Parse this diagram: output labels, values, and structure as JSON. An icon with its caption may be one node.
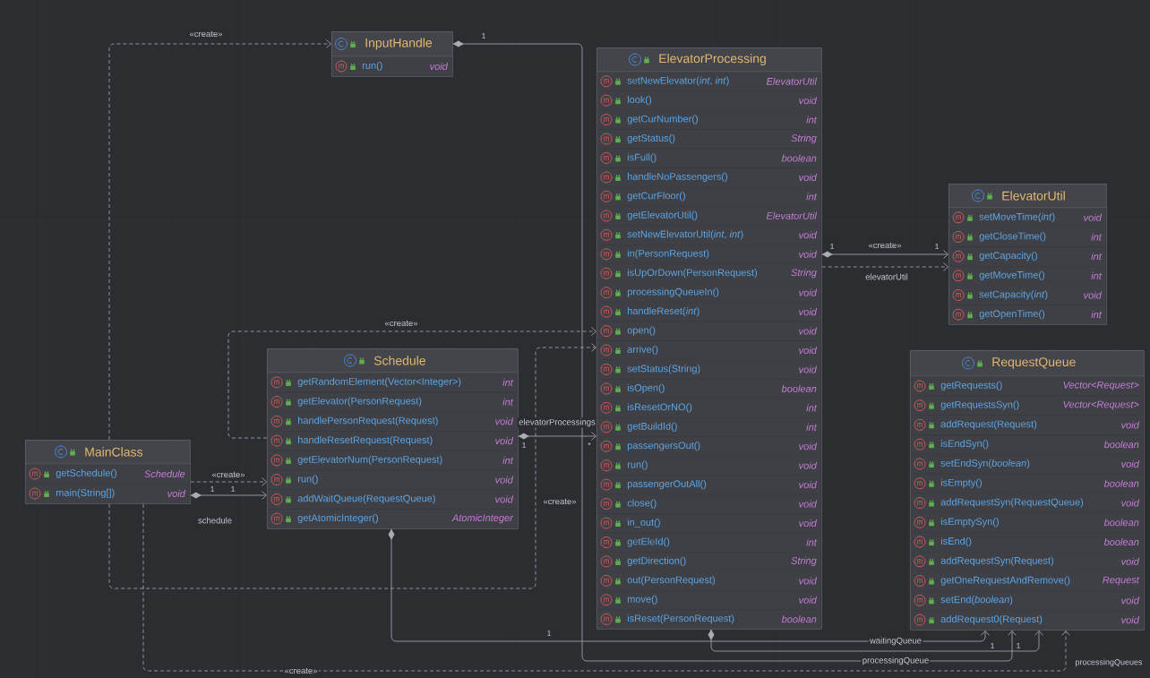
{
  "diagram": {
    "nodes": [
      {
        "text": [
          "InputHandle"
        ]
      },
      {
        "text": [
          "run()",
          "void"
        ],
        "in": 0
      },
      {
        "text": [
          "ElevatorProcessing"
        ]
      },
      {
        "text": [
          "setNewElevator(*int*, *int*)",
          "ElevatorUtil"
        ],
        "in": 2
      },
      {
        "text": [
          "look()",
          "void"
        ],
        "in": 2
      },
      {
        "text": [
          "getCurNumber()",
          "int"
        ],
        "in": 2
      },
      {
        "text": [
          "getStatus()",
          "String"
        ],
        "in": 2
      },
      {
        "text": [
          "isFull()",
          "boolean"
        ],
        "in": 2
      },
      {
        "text": [
          "handleNoPassengers()",
          "void"
        ],
        "in": 2
      },
      {
        "text": [
          "getCurFloor()",
          "int"
        ],
        "in": 2
      },
      {
        "text": [
          "getElevatorUtil()",
          "ElevatorUtil"
        ],
        "in": 2
      },
      {
        "text": [
          "setNewElevatorUtil(*int*, *int*)",
          "void"
        ],
        "in": 2
      },
      {
        "text": [
          "in(PersonRequest)",
          "void"
        ],
        "in": 2
      },
      {
        "text": [
          "isUpOrDown(PersonRequest)",
          "String"
        ],
        "in": 2
      },
      {
        "text": [
          "processingQueueIn()",
          "void"
        ],
        "in": 2
      },
      {
        "text": [
          "handleReset(*int*)",
          "void"
        ],
        "in": 2
      },
      {
        "text": [
          "open()",
          "void"
        ],
        "in": 2
      },
      {
        "text": [
          "arrive()",
          "void"
        ],
        "in": 2
      },
      {
        "text": [
          "setStatus(String)",
          "void"
        ],
        "in": 2
      },
      {
        "text": [
          "isOpen()",
          "boolean"
        ],
        "in": 2
      },
      {
        "text": [
          "isResetOrNO()",
          "int"
        ],
        "in": 2
      },
      {
        "text": [
          "getBuildId()",
          "int"
        ],
        "in": 2
      },
      {
        "text": [
          "passengersOut()",
          "void"
        ],
        "in": 2
      },
      {
        "text": [
          "run()",
          "void"
        ],
        "in": 2
      },
      {
        "text": [
          "passengerOutAll()",
          "void"
        ],
        "in": 2
      },
      {
        "text": [
          "close()",
          "void"
        ],
        "in": 2
      },
      {
        "text": [
          "in_out()",
          "void"
        ],
        "in": 2
      },
      {
        "text": [
          "getEleId()",
          "int"
        ],
        "in": 2
      },
      {
        "text": [
          "getDirection()",
          "String"
        ],
        "in": 2
      },
      {
        "text": [
          "out(PersonRequest)",
          "void"
        ],
        "in": 2
      },
      {
        "text": [
          "move()",
          "void"
        ],
        "in": 2
      },
      {
        "text": [
          "isReset(PersonRequest)",
          "boolean"
        ],
        "in": 2
      },
      {
        "text": [
          "ElevatorUtil"
        ]
      },
      {
        "text": [
          "setMoveTime(*int*)",
          "void"
        ],
        "in": 32
      },
      {
        "text": [
          "getCloseTime()",
          "int"
        ],
        "in": 32
      },
      {
        "text": [
          "getCapacity()",
          "int"
        ],
        "in": 32
      },
      {
        "text": [
          "getMoveTime()",
          "int"
        ],
        "in": 32
      },
      {
        "text": [
          "setCapacity(*int*)",
          "void"
        ],
        "in": 32
      },
      {
        "text": [
          "getOpenTime()",
          "int"
        ],
        "in": 32
      },
      {
        "text": [
          "Schedule"
        ]
      },
      {
        "text": [
          "getRandomElement(Vector<Integer>)",
          "int"
        ],
        "in": 39
      },
      {
        "text": [
          "getElevator(PersonRequest)",
          "int"
        ],
        "in": 39
      },
      {
        "text": [
          "handlePersonRequest(Request)",
          "void"
        ],
        "in": 39
      },
      {
        "text": [
          "handleResetRequest(Request)",
          "void"
        ],
        "in": 39
      },
      {
        "text": [
          "getElevatorNum(PersonRequest)",
          "int"
        ],
        "in": 39
      },
      {
        "text": [
          "run()",
          "void"
        ],
        "in": 39
      },
      {
        "text": [
          "addWaitQueue(RequestQueue)",
          "void"
        ],
        "in": 39
      },
      {
        "text": [
          "getAtomicInteger()",
          "AtomicInteger"
        ],
        "in": 39
      },
      {
        "text": [
          "RequestQueue"
        ]
      },
      {
        "text": [
          "getRequests()",
          "Vector<Request>"
        ],
        "in": 48
      },
      {
        "text": [
          "getRequestsSyn()",
          "Vector<Request>"
        ],
        "in": 48
      },
      {
        "text": [
          "addRequest(Request)",
          "void"
        ],
        "in": 48
      },
      {
        "text": [
          "isEndSyn()",
          "boolean"
        ],
        "in": 48
      },
      {
        "text": [
          "setEndSyn(*boolean*)",
          "void"
        ],
        "in": 48
      },
      {
        "text": [
          "isEmpty()",
          "boolean"
        ],
        "in": 48
      },
      {
        "text": [
          "addRequestSyn(RequestQueue)",
          "void"
        ],
        "in": 48
      },
      {
        "text": [
          "isEmptySyn()",
          "boolean"
        ],
        "in": 48
      },
      {
        "text": [
          "isEnd()",
          "boolean"
        ],
        "in": 48
      },
      {
        "text": [
          "addRequestSyn(Request)",
          "void"
        ],
        "in": 48
      },
      {
        "text": [
          "getOneRequestAndRemove()",
          "Request"
        ],
        "in": 48
      },
      {
        "text": [
          "setEnd(*boolean*)",
          "void"
        ],
        "in": 48
      },
      {
        "text": [
          "addRequest0(Request)",
          "void"
        ],
        "in": 48
      },
      {
        "text": [
          "MainClass"
        ]
      },
      {
        "text": [
          "getSchedule()",
          "Schedule"
        ],
        "in": 62
      },
      {
        "text": [
          "main(String[])",
          "void"
        ],
        "in": 62
      }
    ],
    "edges": [
      {
        "from": 62,
        "to": 0,
        "arrow": "to",
        "style": "dashed",
        "label": "«create»"
      },
      {
        "from": 0,
        "to": 48,
        "arrow": "to",
        "label": "processingQueue"
      },
      {
        "from": 62,
        "to": 39,
        "arrow": "to",
        "style": "dashed",
        "label": "«create»"
      },
      {
        "from": 62,
        "to": 39,
        "arrow": "to",
        "label": "schedule"
      },
      {
        "from": 39,
        "to": 2,
        "arrow": "to",
        "style": "dashed",
        "label": "«create»"
      },
      {
        "from": 62,
        "to": 2,
        "arrow": "to",
        "style": "dashed",
        "label": "«create»"
      },
      {
        "from": 39,
        "to": 2,
        "arrow": "to",
        "label": "elevatorProcessings"
      },
      {
        "from": 2,
        "to": 32,
        "arrow": "to",
        "label": "«create»"
      },
      {
        "from": 2,
        "to": 32,
        "arrow": "to",
        "style": "dashed",
        "label": "elevatorUtil"
      },
      {
        "from": 39,
        "to": 48,
        "arrow": "to",
        "label": "waitingQueue"
      },
      {
        "from": 2,
        "to": 48,
        "arrow": "to"
      },
      {
        "from": 62,
        "to": 48,
        "arrow": "to",
        "style": "dashed",
        "label": "«create»"
      }
    ],
    "labels": [
      "1",
      "1",
      "1",
      "1",
      "1",
      "1",
      "*",
      "1",
      "1",
      "1",
      "processingQueues"
    ]
  }
}
